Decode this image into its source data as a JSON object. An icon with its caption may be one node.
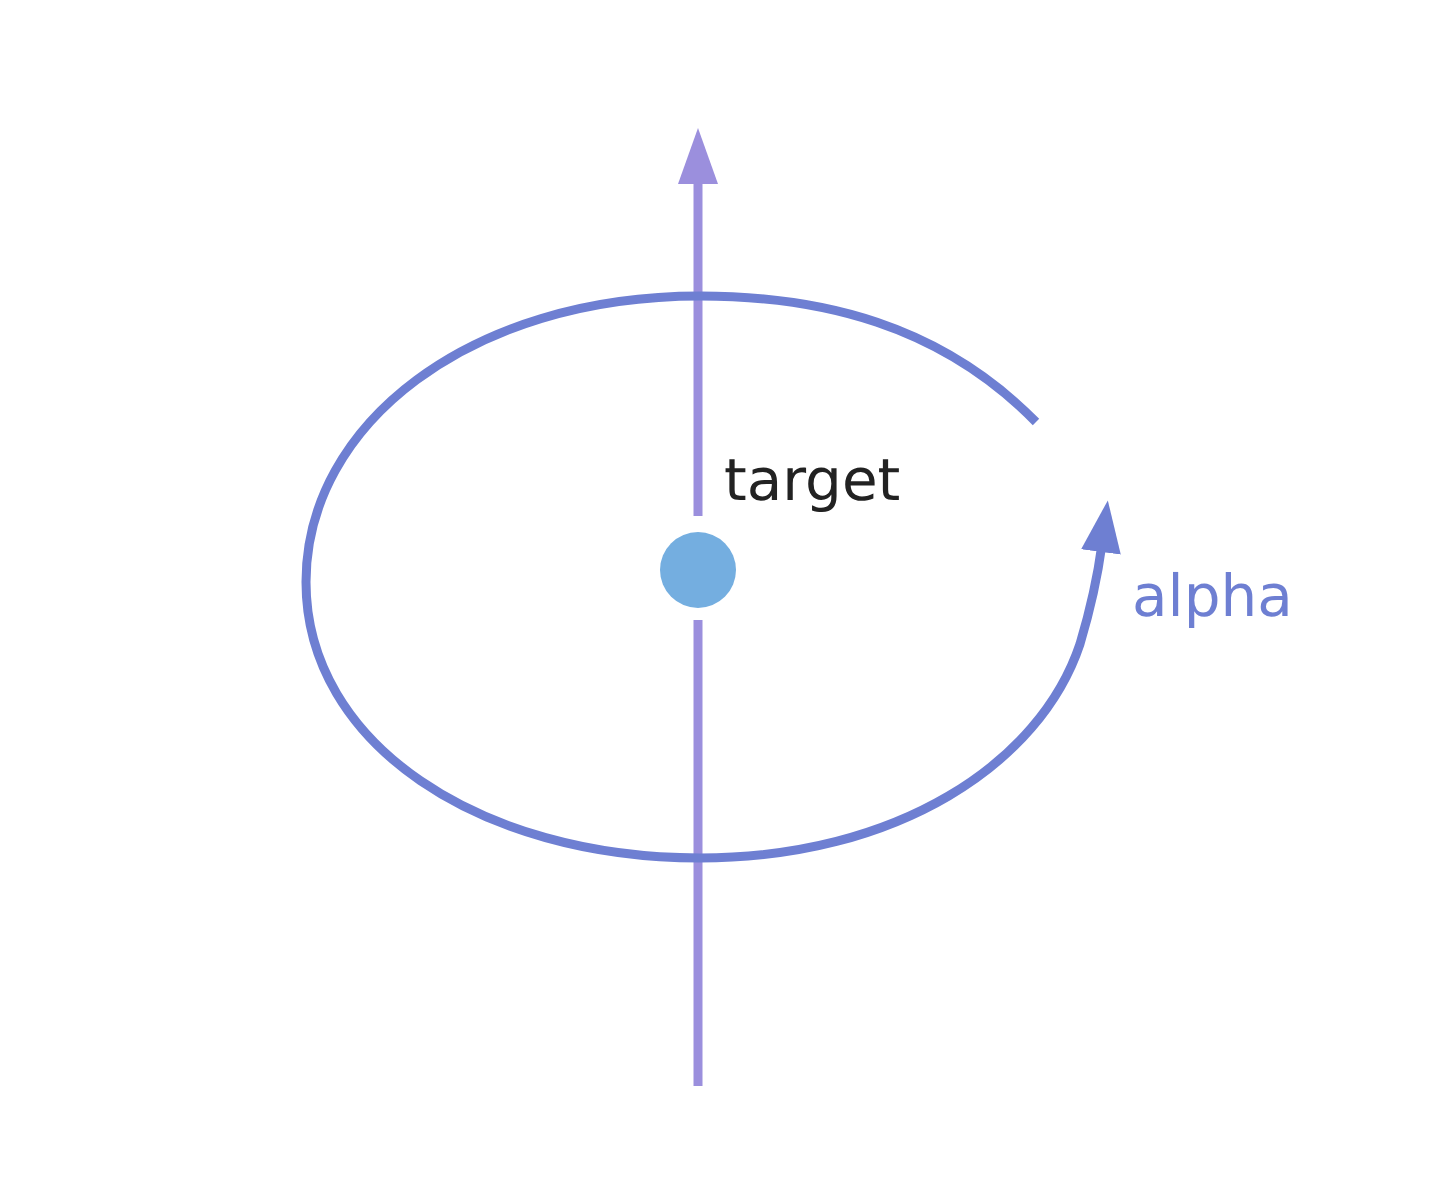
{
  "diagram": {
    "nodes": [
      {
        "text": [],
        "shape": "circle",
        "beside": [
          "target"
        ]
      }
    ],
    "labels": [
      "alpha"
    ]
  }
}
